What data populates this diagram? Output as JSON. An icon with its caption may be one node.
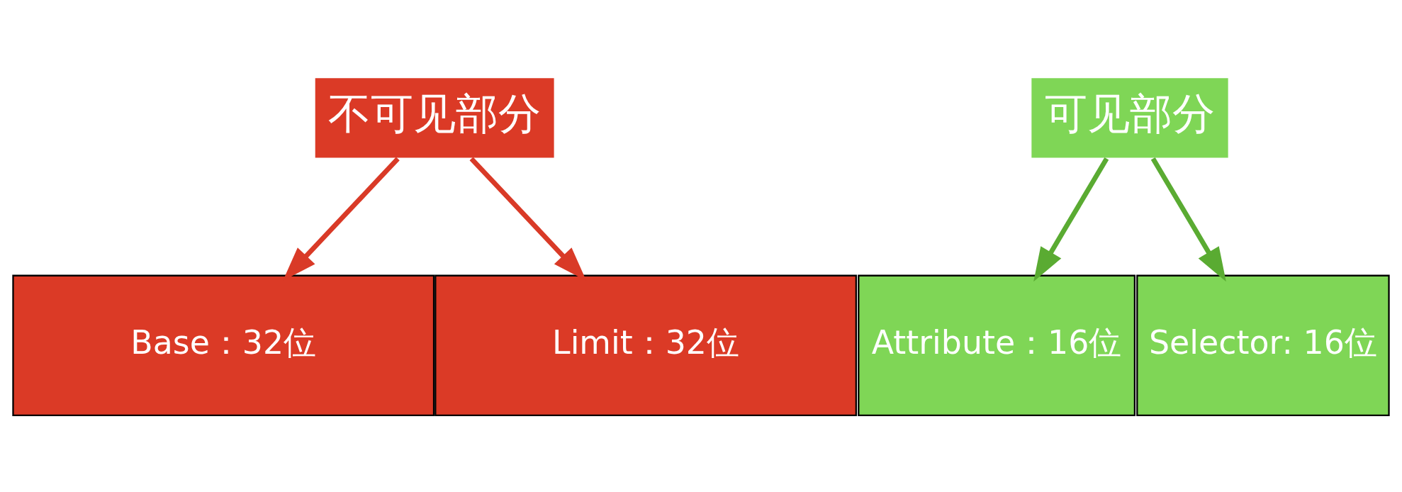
{
  "diagram": {
    "nodes": [
      {
        "text": [
          "不可见部分"
        ]
      },
      {
        "text": [
          "可见部分"
        ]
      },
      {
        "text": [
          "Base：32位"
        ]
      },
      {
        "text": [
          "Limit：32位"
        ]
      },
      {
        "text": [
          "Attribute：16位"
        ]
      },
      {
        "text": [
          "Selector: 16位"
        ]
      }
    ],
    "edges": [
      {
        "from": 0,
        "to": 2,
        "arrow": "to",
        "color": "#d93a27"
      },
      {
        "from": 0,
        "to": 3,
        "arrow": "to",
        "color": "#d93a27"
      },
      {
        "from": 1,
        "to": 4,
        "arrow": "to",
        "color": "#5aab32"
      },
      {
        "from": 1,
        "to": 5,
        "arrow": "to",
        "color": "#5aab32"
      }
    ]
  }
}
